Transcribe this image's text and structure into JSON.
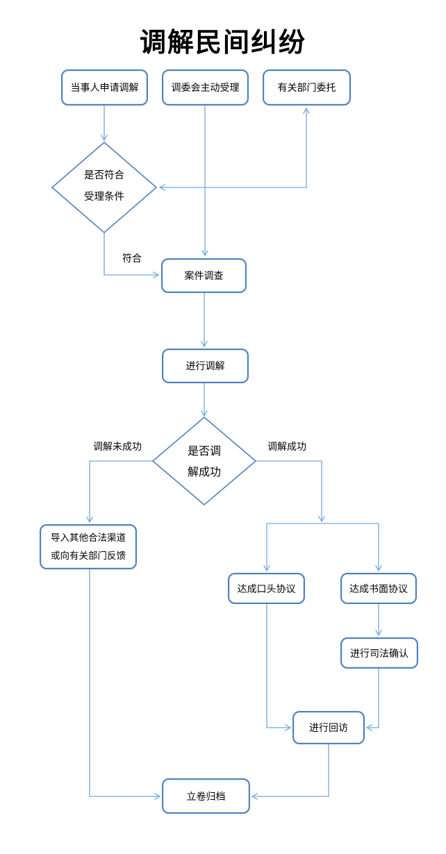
{
  "title": "调解民间纠纷",
  "colors": {
    "node_border": "#4f81bd",
    "connector": "#6fa8dc",
    "text": "#000000"
  },
  "nodes": {
    "apply": {
      "label": "当事人申请调解"
    },
    "committee": {
      "label": "调委会主动受理"
    },
    "entrust": {
      "label": "有关部门委托"
    },
    "investigate": {
      "label": "案件调查"
    },
    "mediate": {
      "label": "进行调解"
    },
    "other_channel": {
      "line1": "导入其他合法渠道",
      "line2": "或向有关部门反馈"
    },
    "oral": {
      "label": "达成口头协议"
    },
    "written": {
      "label": "达成书面协议"
    },
    "judicial": {
      "label": "进行司法确认"
    },
    "revisit": {
      "label": "进行回访"
    },
    "archive": {
      "label": "立卷归档"
    }
  },
  "decisions": {
    "accept": {
      "line1": "是否符合",
      "line2": "受理条件"
    },
    "success": {
      "line1": "是否调",
      "line2": "解成功"
    }
  },
  "edge_labels": {
    "qualified": "符合",
    "not_success": "调解未成功",
    "success": "调解成功"
  }
}
